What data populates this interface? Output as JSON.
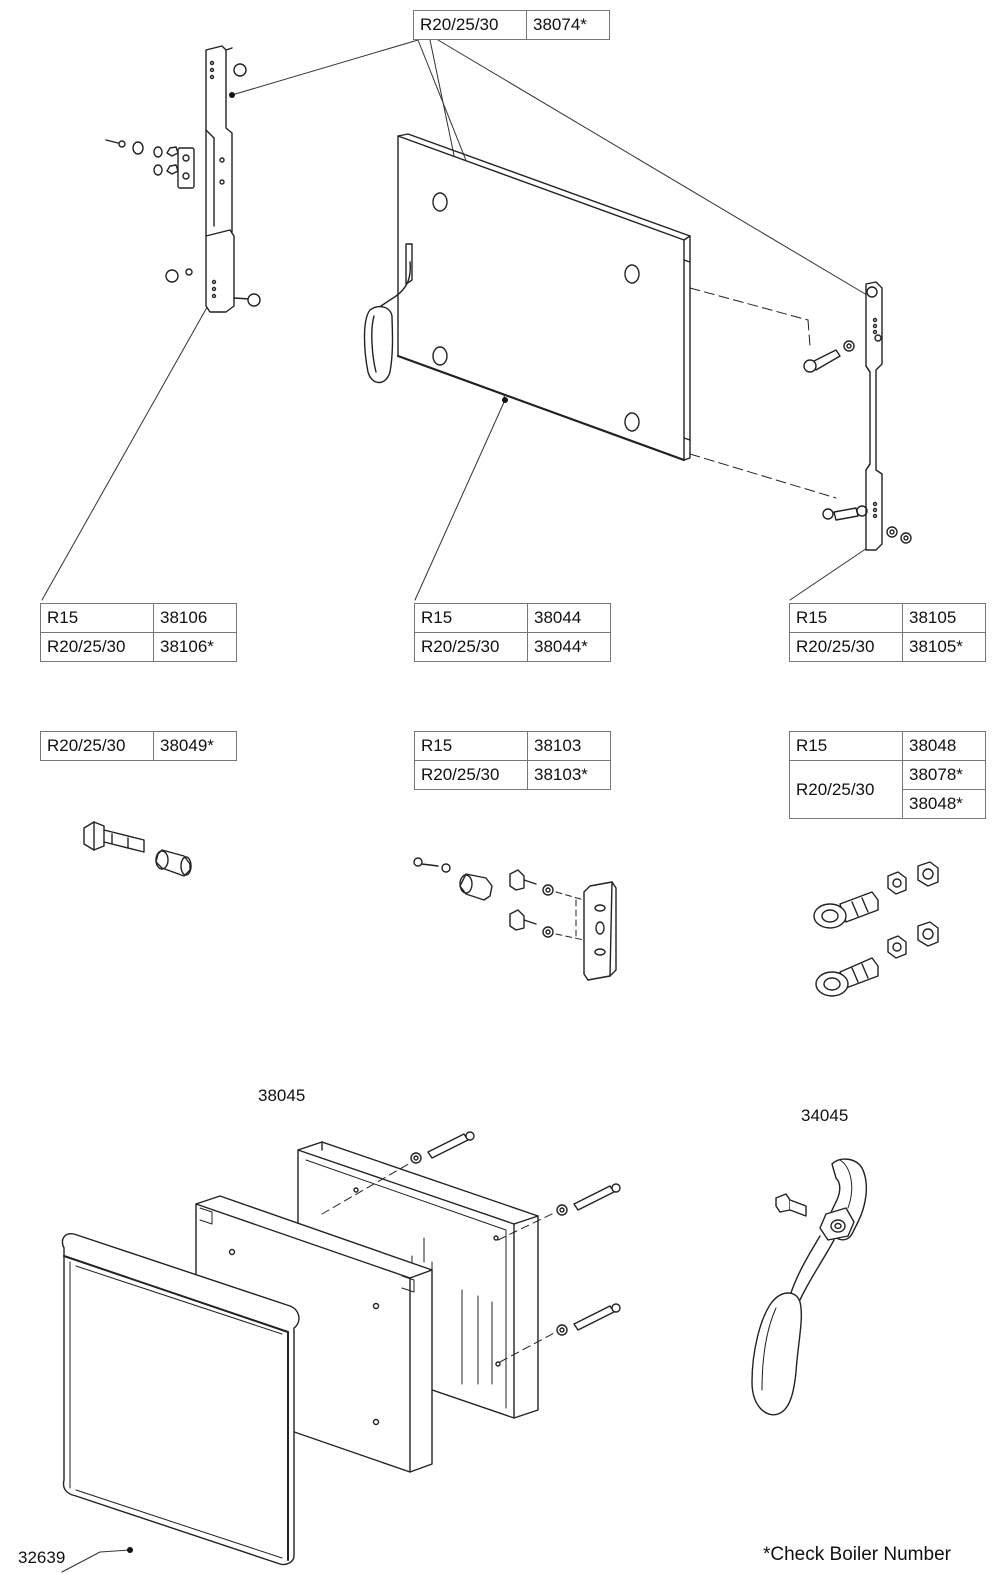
{
  "tables": {
    "t_top": {
      "rows": [
        {
          "model": "R20/25/30",
          "code": "38074*"
        }
      ]
    },
    "t_left_hinge": {
      "rows": [
        {
          "model": "R15",
          "code": "38106"
        },
        {
          "model": "R20/25/30",
          "code": "38106*"
        }
      ]
    },
    "t_door": {
      "rows": [
        {
          "model": "R15",
          "code": "38044"
        },
        {
          "model": "R20/25/30",
          "code": "38044*"
        }
      ]
    },
    "t_right_hinge": {
      "rows": [
        {
          "model": "R15",
          "code": "38105"
        },
        {
          "model": "R20/25/30",
          "code": "38105*"
        }
      ]
    },
    "t_pin": {
      "rows": [
        {
          "model": "R20/25/30",
          "code": "38049*"
        }
      ]
    },
    "t_bracket": {
      "rows": [
        {
          "model": "R15",
          "code": "38103"
        },
        {
          "model": "R20/25/30",
          "code": "38103*"
        }
      ]
    },
    "t_eyebolt": {
      "r15_model": "R15",
      "r15_code": "38048",
      "multi_model": "R20/25/30",
      "multi_code_1": "38078*",
      "multi_code_2": "38048*"
    }
  },
  "labels": {
    "door_assembly": "38045",
    "handle": "34045",
    "glass_frame": "32639"
  },
  "footnote": "*Check Boiler Number"
}
